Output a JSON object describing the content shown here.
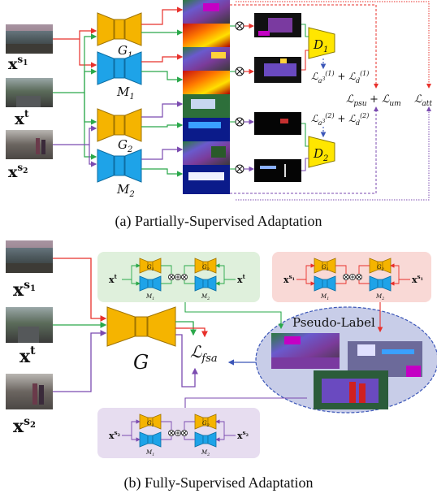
{
  "colors": {
    "generator": "#f5b400",
    "generator_stroke": "#a07400",
    "segmenter": "#1ea3e8",
    "segmenter_stroke": "#0d6ea3",
    "discriminator": "#ffe600",
    "red": "#e8302b",
    "green": "#2aa84a",
    "purple": "#7b4bb0",
    "panel_green": "#dff0dc",
    "panel_red": "#f9d9d6",
    "panel_purple": "#e7ddf0",
    "ellipse_fill": "#c8cde8",
    "ellipse_stroke": "#3b56b8"
  },
  "part_a": {
    "inputs": [
      "x^{s_1}",
      "x^{t}",
      "x^{s_2}"
    ],
    "networks": [
      "G_1",
      "M_1",
      "G_2",
      "M_2"
    ],
    "discriminators": [
      "D_1",
      "D_2"
    ],
    "losses": {
      "adv1": "L_{a^3}^{(1)} + L_d^{(1)}",
      "adv2": "L_{a^3}^{(2)} + L_d^{(2)}",
      "psu": "L_psu",
      "um": "L_um",
      "att": "L_att"
    },
    "caption": "(a) Partially-Supervised Adaptation"
  },
  "part_b": {
    "inputs": [
      "x^{s_1}",
      "x^{t}",
      "x^{s_2}"
    ],
    "network": "G",
    "loss": "L_fsa",
    "pseudo_label": "Pseudo-Label",
    "caption": "(b) Fully-Supervised Adaptation"
  }
}
